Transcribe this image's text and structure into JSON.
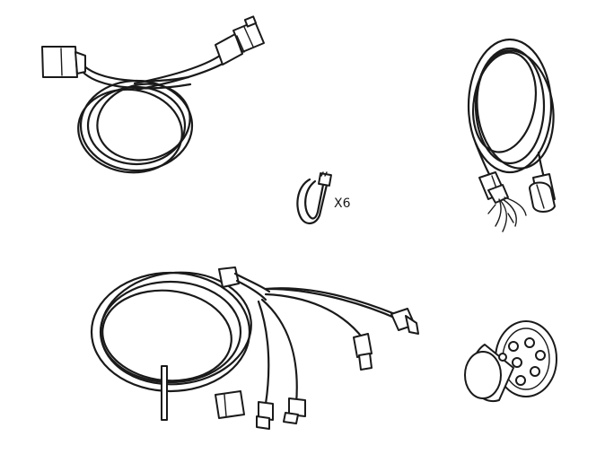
{
  "diagram": {
    "parts": [
      {
        "id": "extension-harness",
        "icon": "coiled-cable-two-connectors"
      },
      {
        "id": "adapter-harness",
        "icon": "coiled-cable-with-wire-leads"
      },
      {
        "id": "cable-tie",
        "icon": "zip-tie",
        "quantity_label": "X6"
      },
      {
        "id": "main-harness",
        "icon": "branched-wiring-harness"
      },
      {
        "id": "round-connector",
        "icon": "round-multipin-connector"
      }
    ],
    "line_color": "#1a1a1a",
    "background": "#ffffff"
  }
}
